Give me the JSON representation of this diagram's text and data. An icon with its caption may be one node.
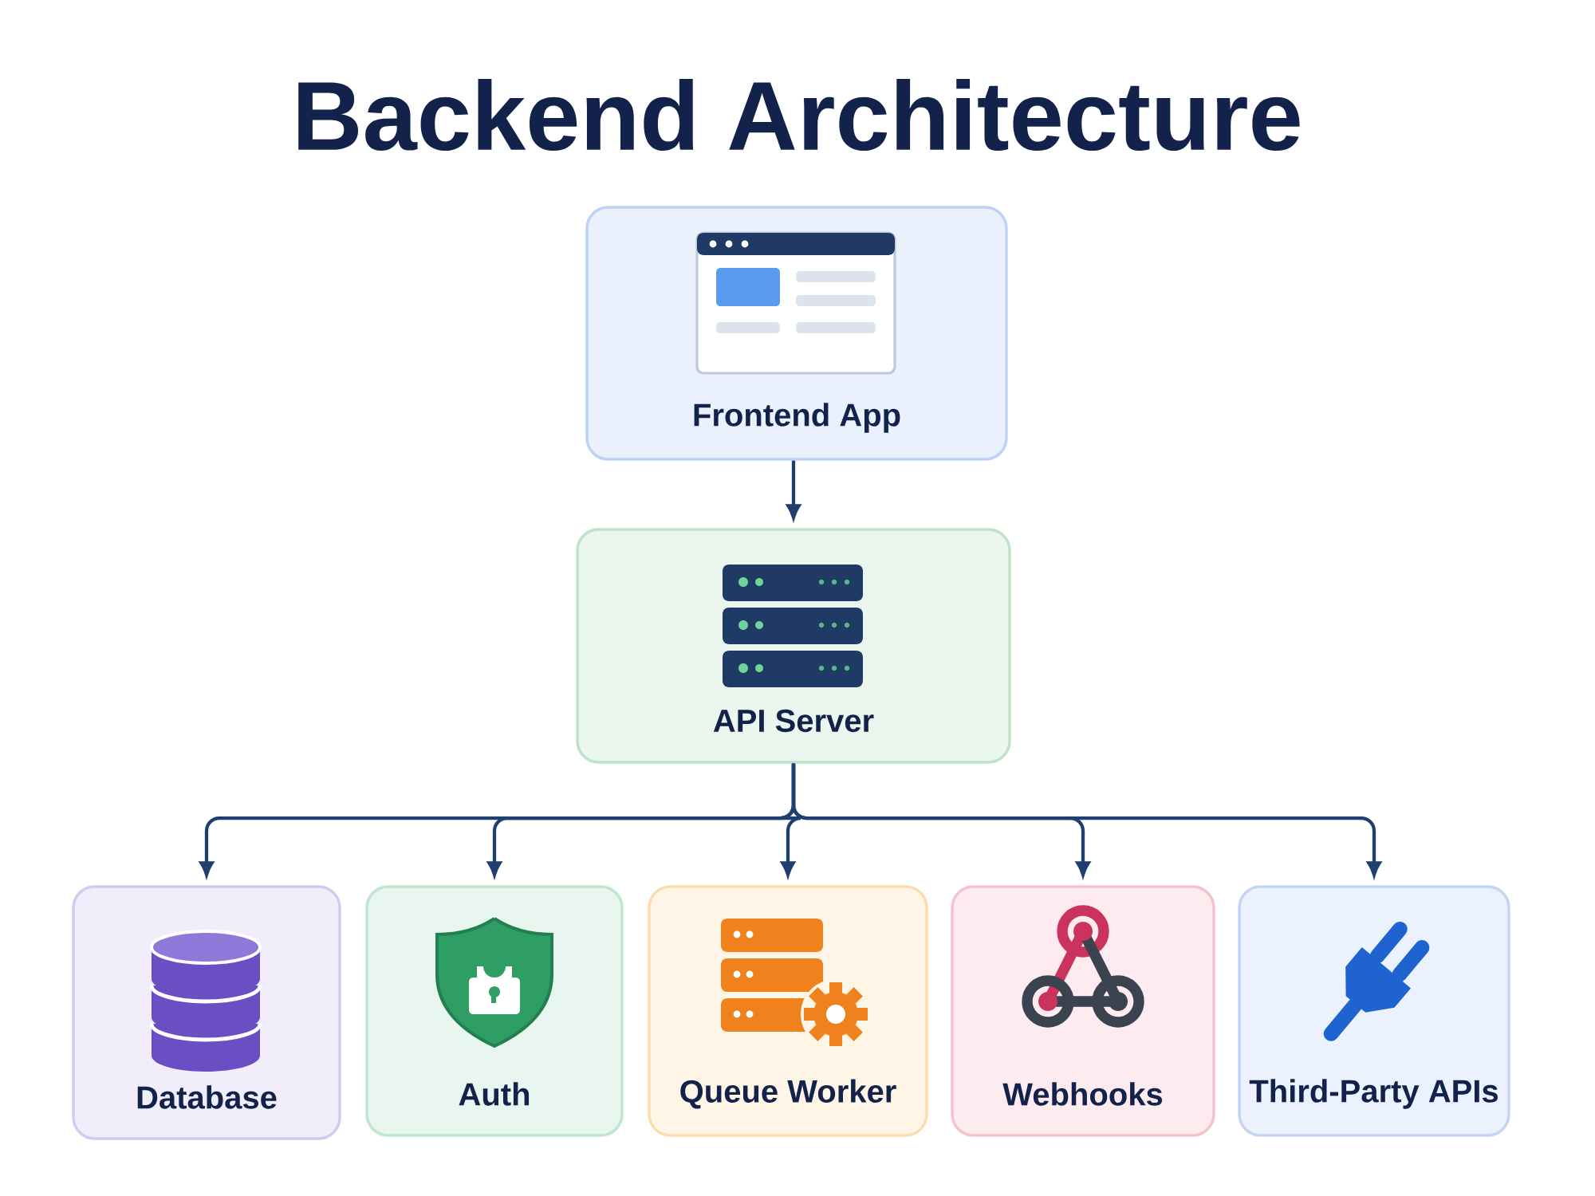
{
  "diagram": {
    "title": "Backend Architecture",
    "nodes": [
      {
        "text": [
          "Frontend App"
        ]
      },
      {
        "text": [
          "API Server"
        ]
      },
      {
        "text": [
          "Database"
        ]
      },
      {
        "text": [
          "Auth"
        ]
      },
      {
        "text": [
          "Queue Worker"
        ]
      },
      {
        "text": [
          "Webhooks"
        ]
      },
      {
        "text": [
          "Third-Party APIs"
        ]
      }
    ],
    "edges": [
      {
        "from": 0,
        "to": 1,
        "arrow": "to"
      },
      {
        "from": 1,
        "to": 2,
        "arrow": "to"
      },
      {
        "from": 1,
        "to": 3,
        "arrow": "to"
      },
      {
        "from": 1,
        "to": 4,
        "arrow": "to"
      },
      {
        "from": 1,
        "to": 5,
        "arrow": "to"
      },
      {
        "from": 1,
        "to": 6,
        "arrow": "to"
      }
    ]
  }
}
